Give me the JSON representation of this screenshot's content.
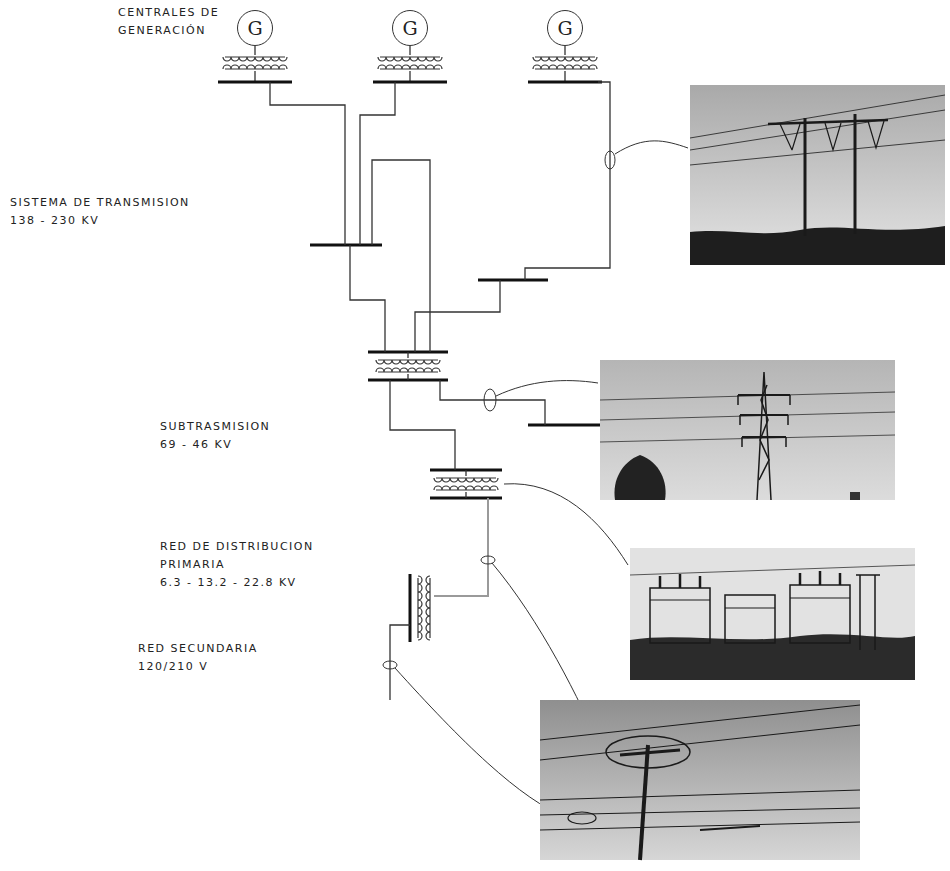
{
  "diagram": {
    "nodes": [
      {
        "text": [
          "G"
        ]
      },
      {
        "text": [
          "G"
        ]
      },
      {
        "text": [
          "G"
        ]
      }
    ],
    "labels": [
      "CENTRALES DE GENERACIÓN",
      "SISTEMA DE TRANSMISION",
      "138 - 230 KV",
      "SUBTRASMISION",
      "69 - 46 KV",
      "RED DE DISTRIBUCION PRIMARIA",
      "6.3 - 13.2 - 22.8 KV",
      "RED SECUNDARIA",
      "120/210 V"
    ]
  }
}
